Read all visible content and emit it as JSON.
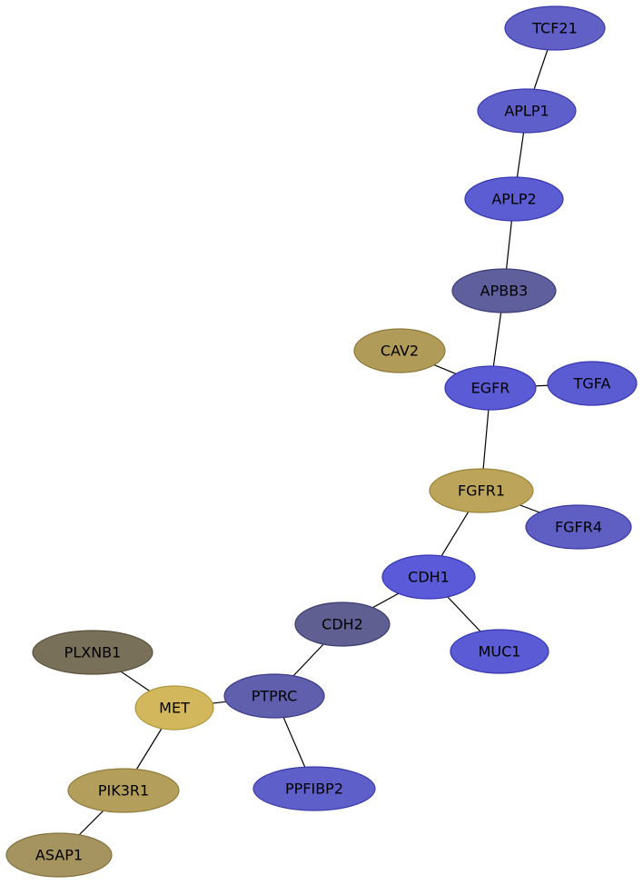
{
  "nodes": [
    {
      "id": "TCF21",
      "label": "TCF21",
      "fill": "#6060c6",
      "stroke": "#3a3aa8"
    },
    {
      "id": "APLP1",
      "label": "APLP1",
      "fill": "#5f5fcb",
      "stroke": "#3a3aaa"
    },
    {
      "id": "APLP2",
      "label": "APLP2",
      "fill": "#5c5cd3",
      "stroke": "#3737b0"
    },
    {
      "id": "APBB3",
      "label": "APBB3",
      "fill": "#5f5f9e",
      "stroke": "#3c3c78"
    },
    {
      "id": "CAV2",
      "label": "CAV2",
      "fill": "#b19b58",
      "stroke": "#8e7a3a"
    },
    {
      "id": "EGFR",
      "label": "EGFR",
      "fill": "#5b5bd6",
      "stroke": "#3636b0"
    },
    {
      "id": "TGFA",
      "label": "TGFA",
      "fill": "#5b5bd2",
      "stroke": "#3636ad"
    },
    {
      "id": "FGFR1",
      "label": "FGFR1",
      "fill": "#bca55a",
      "stroke": "#998438"
    },
    {
      "id": "FGFR4",
      "label": "FGFR4",
      "fill": "#5e5ec3",
      "stroke": "#3939a0"
    },
    {
      "id": "CDH1",
      "label": "CDH1",
      "fill": "#5b5bda",
      "stroke": "#3636b4"
    },
    {
      "id": "CDH2",
      "label": "CDH2",
      "fill": "#5f5f91",
      "stroke": "#3c3c6e"
    },
    {
      "id": "MUC1",
      "label": "MUC1",
      "fill": "#5b5bd6",
      "stroke": "#3636b2"
    },
    {
      "id": "PLXNB1",
      "label": "PLXNB1",
      "fill": "#79705a",
      "stroke": "#5a523e"
    },
    {
      "id": "MET",
      "label": "MET",
      "fill": "#d3b75c",
      "stroke": "#b0963c"
    },
    {
      "id": "PTPRC",
      "label": "PTPRC",
      "fill": "#5f5fad",
      "stroke": "#3b3b8a"
    },
    {
      "id": "PPFIBP2",
      "label": "PPFIBP2",
      "fill": "#5f5fca",
      "stroke": "#3a3aa8"
    },
    {
      "id": "PIK3R1",
      "label": "PIK3R1",
      "fill": "#b39e5b",
      "stroke": "#907c3c"
    },
    {
      "id": "ASAP1",
      "label": "ASAP1",
      "fill": "#a69460",
      "stroke": "#847340"
    }
  ],
  "edges": [
    [
      "TCF21",
      "APLP1"
    ],
    [
      "APLP1",
      "APLP2"
    ],
    [
      "APLP2",
      "APBB3"
    ],
    [
      "APBB3",
      "EGFR"
    ],
    [
      "CAV2",
      "EGFR"
    ],
    [
      "EGFR",
      "TGFA"
    ],
    [
      "EGFR",
      "FGFR1"
    ],
    [
      "FGFR1",
      "FGFR4"
    ],
    [
      "FGFR1",
      "CDH1"
    ],
    [
      "CDH1",
      "CDH2"
    ],
    [
      "CDH1",
      "MUC1"
    ],
    [
      "CDH2",
      "PTPRC"
    ],
    [
      "PLXNB1",
      "MET"
    ],
    [
      "MET",
      "PTPRC"
    ],
    [
      "PTPRC",
      "PPFIBP2"
    ],
    [
      "MET",
      "PIK3R1"
    ],
    [
      "PIK3R1",
      "ASAP1"
    ]
  ]
}
